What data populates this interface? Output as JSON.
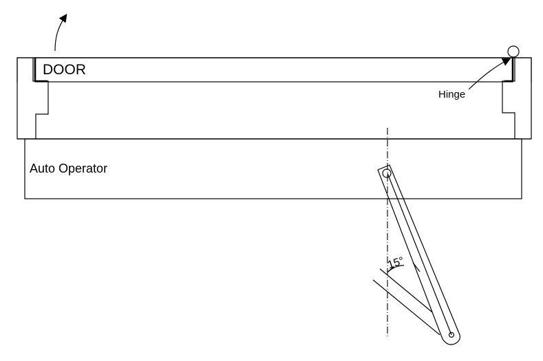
{
  "labels": {
    "door": "DOOR",
    "operator": "Auto Operator",
    "hinge": "Hinge",
    "angle": "15°"
  },
  "colors": {
    "line": "#000000",
    "background": "#ffffff"
  },
  "icons": {
    "opening_arrow": "curved-arrow-icon",
    "hinge_leader_arrow": "arrow-icon",
    "hinge_marker": "circle-icon",
    "pivot": "pivot-icon"
  }
}
